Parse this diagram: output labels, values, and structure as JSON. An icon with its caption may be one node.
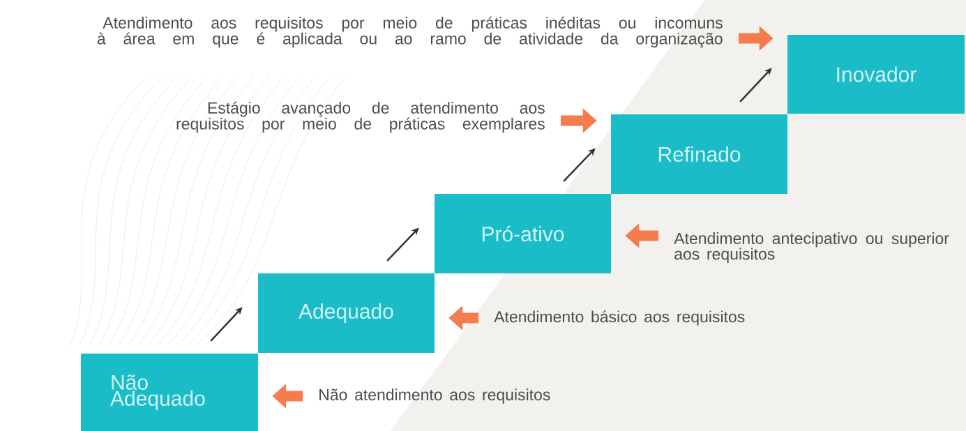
{
  "diagram": {
    "nodes": [
      {
        "text": [
          "Não Adequado"
        ]
      },
      {
        "text": [
          "Adequado"
        ]
      },
      {
        "text": [
          "Pró-ativo"
        ]
      },
      {
        "text": [
          "Refinado"
        ]
      },
      {
        "text": [
          "Inovador"
        ]
      },
      {
        "text": [
          "Atendimento aos requisitos por meio de práticas inéditas ou incomuns à área em que é aplicada ou ao ramo de atividade da organização"
        ]
      },
      {
        "text": [
          "Estágio avançado de atendimento aos requisitos por meio de práticas exemplares"
        ]
      },
      {
        "text": [
          "Atendimento antecipativo ou superior aos requisitos"
        ]
      },
      {
        "text": [
          "Atendimento básico aos requisitos"
        ]
      },
      {
        "text": [
          "Não atendimento aos requisitos"
        ]
      }
    ],
    "edges": [
      {
        "from": 0,
        "to": 1,
        "arrow": "to",
        "color": "#333333"
      },
      {
        "from": 1,
        "to": 2,
        "arrow": "to",
        "color": "#333333"
      },
      {
        "from": 2,
        "to": 3,
        "arrow": "to",
        "color": "#333333"
      },
      {
        "from": 3,
        "to": 4,
        "arrow": "to",
        "color": "#333333"
      },
      {
        "from": 5,
        "to": 4,
        "arrow": "to"
      },
      {
        "from": 6,
        "to": 3,
        "arrow": "to"
      },
      {
        "from": 7,
        "to": 2,
        "arrow": "to"
      },
      {
        "from": 8,
        "to": 1,
        "arrow": "to"
      },
      {
        "from": 9,
        "to": 0,
        "arrow": "to"
      }
    ]
  }
}
